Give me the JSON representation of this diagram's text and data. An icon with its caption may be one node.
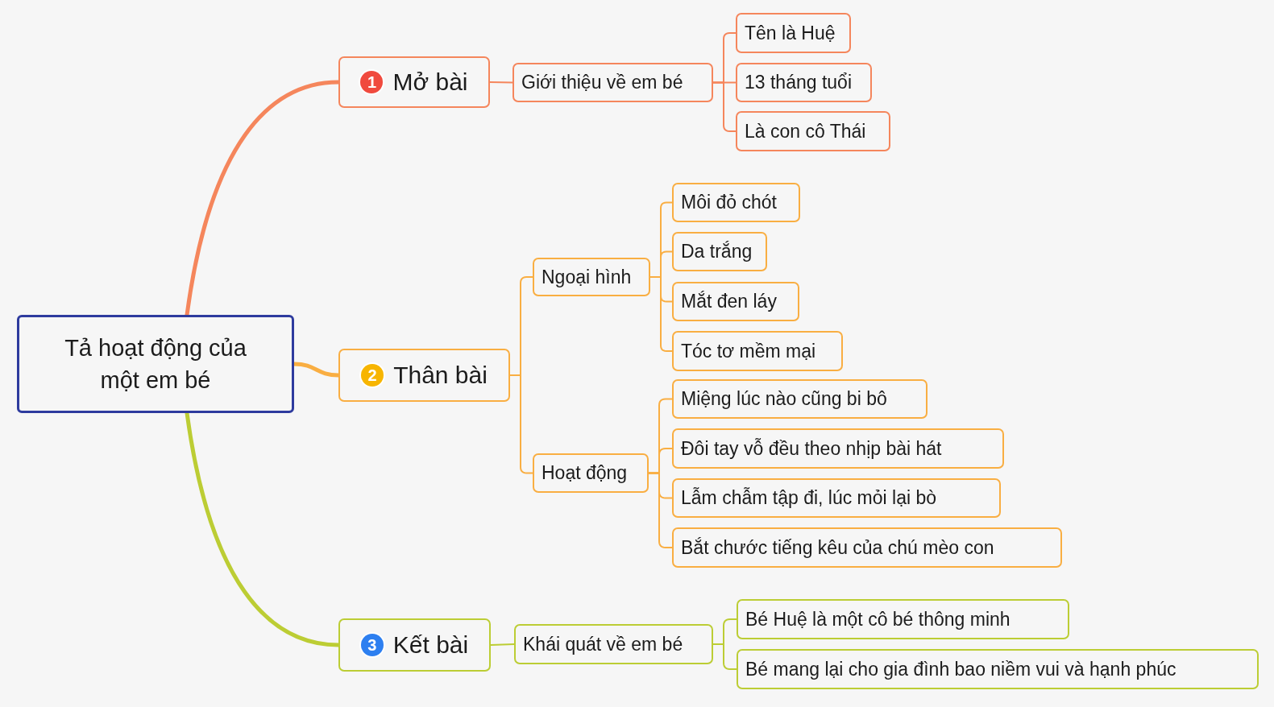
{
  "diagram": {
    "nodes": [
      {
        "text": [
          "Tả hoạt động của một em bé"
        ]
      },
      {
        "text": [
          "1",
          "Mở bài"
        ]
      },
      {
        "text": [
          "Giới thiệu về em bé"
        ]
      },
      {
        "text": [
          "Tên là Huệ"
        ]
      },
      {
        "text": [
          "13 tháng tuổi"
        ]
      },
      {
        "text": [
          "Là con cô Thái"
        ]
      },
      {
        "text": [
          "2",
          "Thân bài"
        ]
      },
      {
        "text": [
          "Ngoại hình"
        ]
      },
      {
        "text": [
          "Môi đỏ chót"
        ]
      },
      {
        "text": [
          "Da trắng"
        ]
      },
      {
        "text": [
          "Mắt đen láy"
        ]
      },
      {
        "text": [
          "Tóc tơ mềm mại"
        ]
      },
      {
        "text": [
          "Hoạt động"
        ]
      },
      {
        "text": [
          "Miệng lúc nào cũng bi bô"
        ]
      },
      {
        "text": [
          "Đôi tay vỗ đều theo nhịp bài hát"
        ]
      },
      {
        "text": [
          "Lẫm chẫm tập đi, lúc mỏi lại bò"
        ]
      },
      {
        "text": [
          "Bắt chước tiếng kêu của chú mèo con"
        ]
      },
      {
        "text": [
          "3",
          "Kết bài"
        ]
      },
      {
        "text": [
          "Khái quát về em bé"
        ]
      },
      {
        "text": [
          "Bé Huệ là một cô bé thông minh"
        ]
      },
      {
        "text": [
          "Bé mang lại cho gia đình bao niềm vui và hạnh phúc"
        ]
      }
    ],
    "edges": [
      {
        "from": 0,
        "to": 1,
        "arrow": "none",
        "style": "thick",
        "color": "#f5865c"
      },
      {
        "from": 1,
        "to": 2,
        "arrow": "none",
        "color": "#f5865c"
      },
      {
        "from": 2,
        "to": 3,
        "arrow": "none",
        "color": "#f5865c"
      },
      {
        "from": 2,
        "to": 4,
        "arrow": "none",
        "color": "#f5865c"
      },
      {
        "from": 2,
        "to": 5,
        "arrow": "none",
        "color": "#f5865c"
      },
      {
        "from": 0,
        "to": 6,
        "arrow": "none",
        "style": "thick"
      },
      {
        "from": 6,
        "to": 7,
        "arrow": "none"
      },
      {
        "from": 6,
        "to": 12,
        "arrow": "none"
      },
      {
        "from": 7,
        "to": 8,
        "arrow": "none"
      },
      {
        "from": 7,
        "to": 9,
        "arrow": "none"
      },
      {
        "from": 7,
        "to": 10,
        "arrow": "none"
      },
      {
        "from": 7,
        "to": 11,
        "arrow": "none"
      },
      {
        "from": 12,
        "to": 13,
        "arrow": "none"
      },
      {
        "from": 12,
        "to": 14,
        "arrow": "none"
      },
      {
        "from": 12,
        "to": 15,
        "arrow": "none"
      },
      {
        "from": 12,
        "to": 16,
        "arrow": "none"
      },
      {
        "from": 0,
        "to": 17,
        "arrow": "none",
        "style": "thick",
        "color": "#bccd34"
      },
      {
        "from": 17,
        "to": 18,
        "arrow": "none",
        "color": "#bccd34"
      },
      {
        "from": 18,
        "to": 19,
        "arrow": "none",
        "color": "#bccd34"
      },
      {
        "from": 18,
        "to": 20,
        "arrow": "none",
        "color": "#bccd34"
      }
    ]
  }
}
